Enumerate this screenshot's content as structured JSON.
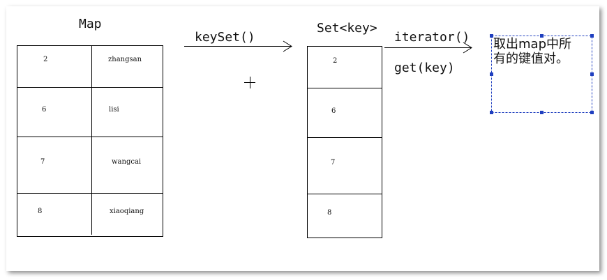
{
  "map": {
    "title": "Map",
    "rows": [
      {
        "key": "2",
        "value": "zhangsan"
      },
      {
        "key": "6",
        "value": "lisi"
      },
      {
        "key": "7",
        "value": "wangcai"
      },
      {
        "key": "8",
        "value": "xiaoqiang"
      }
    ]
  },
  "arrow_keyset": {
    "label": "keySet()"
  },
  "set": {
    "title": "Set<key>",
    "keys": [
      "2",
      "6",
      "7",
      "8"
    ]
  },
  "arrow_iterator": {
    "label": "iterator()",
    "sublabel": "get(key)"
  },
  "note": {
    "line1": "取出map中所",
    "line2": "有的键值对。"
  },
  "colors": {
    "line": "#000000",
    "selection": "#1f3fbf",
    "text": "#111111"
  }
}
